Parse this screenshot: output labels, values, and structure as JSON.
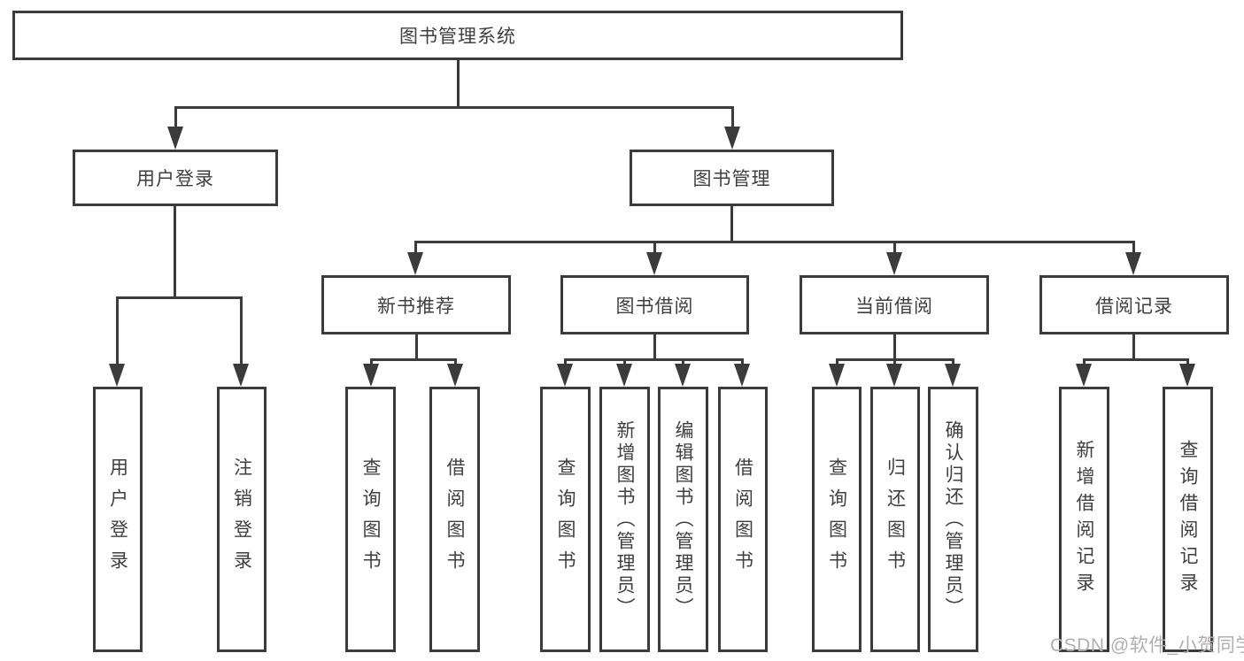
{
  "diagram": {
    "root": {
      "label": "图书管理系统"
    },
    "level2": [
      {
        "label": "用户登录"
      },
      {
        "label": "图书管理"
      }
    ],
    "level3": [
      {
        "label": "新书推荐"
      },
      {
        "label": "图书借阅"
      },
      {
        "label": "当前借阅"
      },
      {
        "label": "借阅记录"
      }
    ],
    "leaves": {
      "user_login": [
        "用户登录",
        "注销登录"
      ],
      "new_book": [
        "查询图书",
        "借阅图书"
      ],
      "book_borrow": [
        "查询图书",
        "新增图书（管理员）",
        "编辑图书（管理员）",
        "借阅图书"
      ],
      "current_borrow": [
        "查询图书",
        "归还图书",
        "确认归还（管理员）"
      ],
      "borrow_records": [
        "新增借阅记录",
        "查询借阅记录"
      ]
    }
  },
  "watermark": "CSDN @软件_小贺同学",
  "colors": {
    "line": "#3b3b3b",
    "text": "#3f3f3f",
    "background": "#ffffff",
    "watermark": "#b2aeae"
  }
}
